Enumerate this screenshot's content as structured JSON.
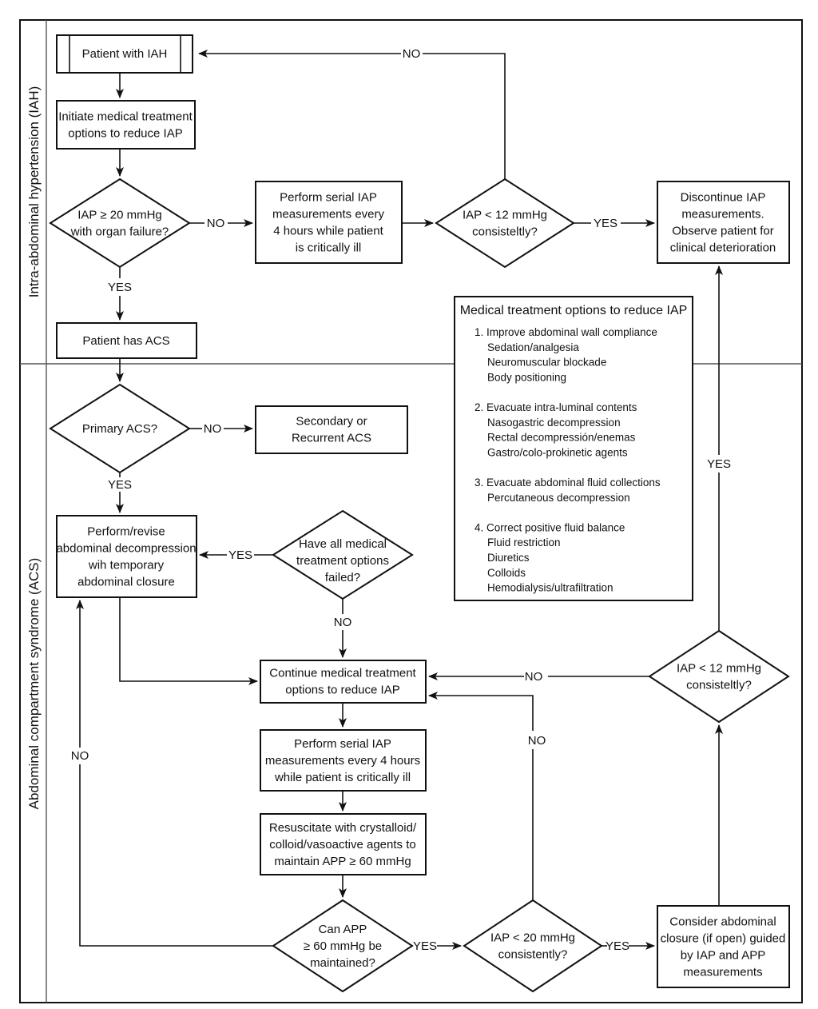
{
  "sections": {
    "iah_label": "Intra-abdominal hypertension (IAH)",
    "acs_label": "Abdominal compartment syndrome (ACS)"
  },
  "nodes": {
    "patient_iah": [
      "Patient with IAH"
    ],
    "initiate_medical": [
      "Initiate medical treatment",
      "options to reduce IAP"
    ],
    "iap_ge20_organ": [
      "IAP ≥ 20 mmHg",
      "with organ failure?"
    ],
    "serial_iap_top": [
      "Perform serial IAP",
      "measurements every",
      "4 hours while patient",
      "is critically ill"
    ],
    "iap_lt12_top": [
      "IAP < 12 mmHg",
      "consisteltly?"
    ],
    "discontinue": [
      "Discontinue IAP",
      "measurements.",
      "Observe patient for",
      "clinical deterioration"
    ],
    "patient_acs": [
      "Patient has ACS"
    ],
    "primary_acs": [
      "Primary ACS?"
    ],
    "secondary_acs": [
      "Secondary or",
      "Recurrent ACS"
    ],
    "decompression": [
      "Perform/revise",
      "abdominal decompression",
      "wih temporary",
      "abdominal closure"
    ],
    "all_failed": [
      "Have all medical",
      "treatment options",
      "failed?"
    ],
    "continue_medical": [
      "Continue medical treatment",
      "options to reduce IAP"
    ],
    "serial_iap_bottom": [
      "Perform serial IAP",
      "measurements every 4 hours",
      "while patient is critically ill"
    ],
    "resuscitate": [
      "Resuscitate with crystalloid/",
      "colloid/vasoactive agents to",
      "maintain APP ≥ 60 mmHg"
    ],
    "can_app": [
      "Can APP",
      "≥ 60 mmHg be",
      "maintained?"
    ],
    "iap_lt20": [
      "IAP < 20 mmHg",
      "consistently?"
    ],
    "consider_closure": [
      "Consider abdominal",
      "closure (if open) guided",
      "by IAP and APP",
      "measurements"
    ],
    "iap_lt12_bottom": [
      "IAP < 12 mmHg",
      "consisteltly?"
    ]
  },
  "edge_labels": {
    "yes": "YES",
    "no": "NO"
  },
  "legend": {
    "title": "Medical treatment options to reduce IAP",
    "groups": [
      {
        "heading": "1. Improve abdominal wall compliance",
        "items": [
          "Sedation/analgesia",
          "Neuromuscular blockade",
          "Body positioning"
        ]
      },
      {
        "heading": "2. Evacuate intra-luminal contents",
        "items": [
          "Nasogastric decompression",
          "Rectal decompressión/enemas",
          "Gastro/colo-prokinetic agents"
        ]
      },
      {
        "heading": "3. Evacuate abdominal fluid collections",
        "items": [
          "Percutaneous decompression"
        ]
      },
      {
        "heading": "4. Correct positive fluid balance",
        "items": [
          "Fluid restriction",
          "Diuretics",
          "Colloids",
          "Hemodialysis/ultrafiltration"
        ]
      }
    ]
  }
}
